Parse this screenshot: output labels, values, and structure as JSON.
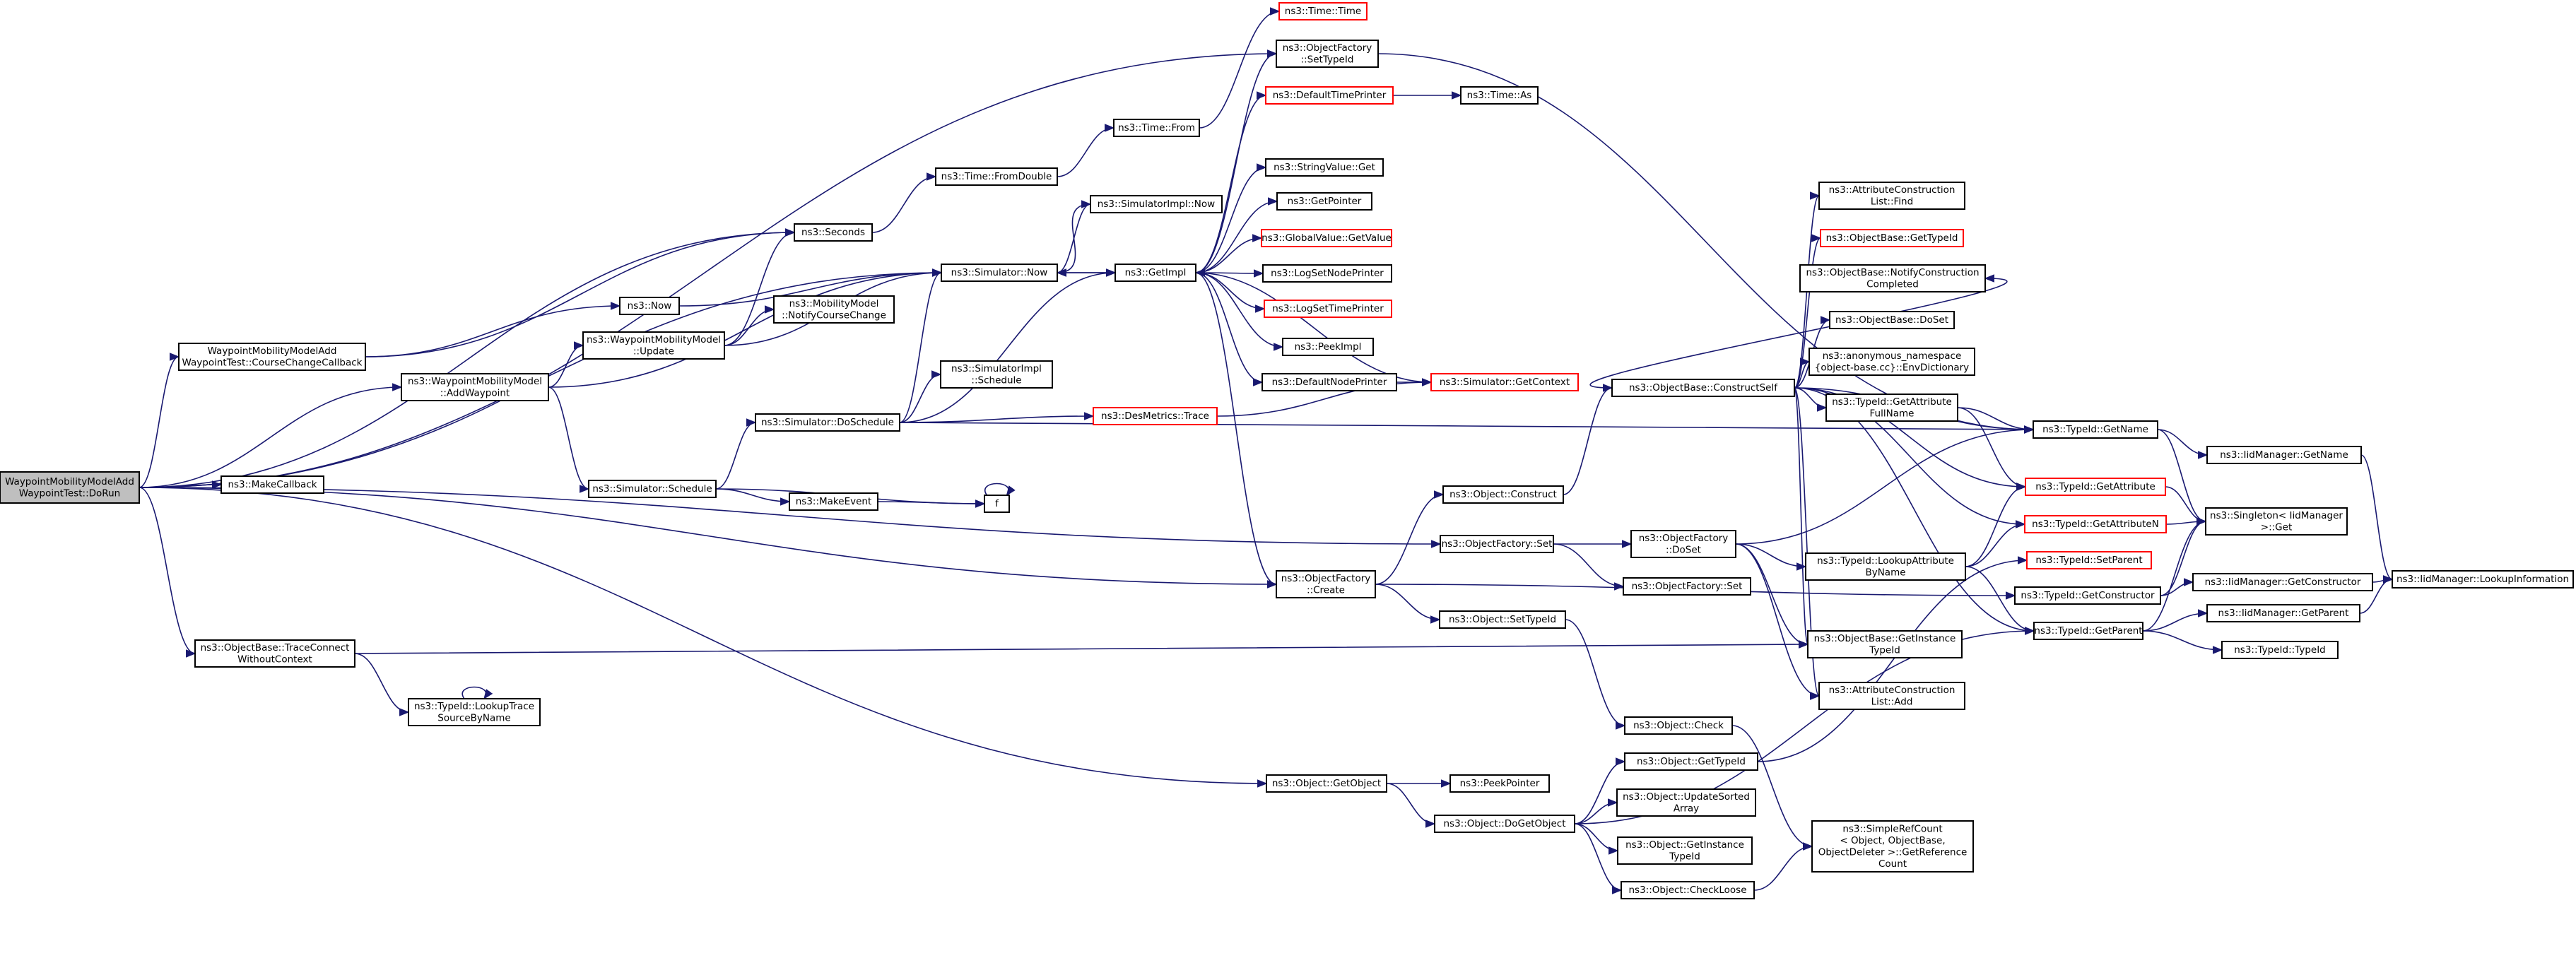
{
  "colors": {
    "edge": "#191970",
    "node_border": "#000000",
    "node_border_incomplete": "#ff0000",
    "root_fill": "#bfbfbf",
    "node_fill": "#ffffff"
  },
  "nodes": {
    "root": [
      "WaypointMobilityModelAdd",
      "WaypointTest::DoRun"
    ],
    "courseChange": [
      "WaypointMobilityModelAdd",
      "WaypointTest::CourseChangeCallback"
    ],
    "addWaypoint": [
      "ns3::WaypointMobilityModel",
      "::AddWaypoint"
    ],
    "makeCallback": [
      "ns3::MakeCallback"
    ],
    "traceConnect": [
      "ns3::ObjectBase::TraceConnect",
      "WithoutContext"
    ],
    "lookupTrace": [
      "ns3::TypeId::LookupTrace",
      "SourceByName"
    ],
    "seconds": [
      "ns3::Seconds"
    ],
    "now": [
      "ns3::Now"
    ],
    "wmmUpdate": [
      "ns3::WaypointMobilityModel",
      "::Update"
    ],
    "simSchedule": [
      "ns3::Simulator::Schedule"
    ],
    "makeEvent": [
      "ns3::MakeEvent"
    ],
    "f": [
      "f"
    ],
    "simNow": [
      "ns3::Simulator::Now"
    ],
    "simDoSchedule": [
      "ns3::Simulator::DoSchedule"
    ],
    "mmNotify": [
      "ns3::MobilityModel",
      "::NotifyCourseChange"
    ],
    "timeFromDouble": [
      "ns3::Time::FromDouble"
    ],
    "timeFrom": [
      "ns3::Time::From"
    ],
    "timeTime": [
      "ns3::Time::Time"
    ],
    "simImplNow": [
      "ns3::SimulatorImpl::Now"
    ],
    "simImplSchedule": [
      "ns3::SimulatorImpl",
      "::Schedule"
    ],
    "getImpl": [
      "ns3::GetImpl"
    ],
    "desMetrics": [
      "ns3::DesMetrics::Trace"
    ],
    "ofSetTypeId": [
      "ns3::ObjectFactory",
      "::SetTypeId"
    ],
    "defTimePrinter": [
      "ns3::DefaultTimePrinter"
    ],
    "timeAs": [
      "ns3::Time::As"
    ],
    "stringValueGet": [
      "ns3::StringValue::Get"
    ],
    "getPointer": [
      "ns3::GetPointer"
    ],
    "globalValueGet": [
      "ns3::GlobalValue::GetValue"
    ],
    "logSetNode": [
      "ns3::LogSetNodePrinter"
    ],
    "logSetTime": [
      "ns3::LogSetTimePrinter"
    ],
    "peekImpl": [
      "ns3::PeekImpl"
    ],
    "defNodePrinter": [
      "ns3::DefaultNodePrinter"
    ],
    "simGetContext": [
      "ns3::Simulator::GetContext"
    ],
    "ofCreate": [
      "ns3::ObjectFactory",
      "::Create"
    ],
    "ofSet": [
      "ns3::ObjectFactory::Set"
    ],
    "objConstruct": [
      "ns3::Object::Construct"
    ],
    "objSetTypeId": [
      "ns3::Object::SetTypeId"
    ],
    "objCheck": [
      "ns3::Object::Check"
    ],
    "objGetObject": [
      "ns3::Object::GetObject"
    ],
    "peekPointer": [
      "ns3::PeekPointer"
    ],
    "objDoGetObject": [
      "ns3::Object::DoGetObject"
    ],
    "objGetTypeId": [
      "ns3::Object::GetTypeId"
    ],
    "objUpdateSorted": [
      "ns3::Object::UpdateSorted",
      "Array"
    ],
    "objGetInstTypeId": [
      "ns3::Object::GetInstance",
      "TypeId"
    ],
    "objCheckLoose": [
      "ns3::Object::CheckLoose"
    ],
    "ofDoSet": [
      "ns3::ObjectFactory",
      "::DoSet"
    ],
    "ofSetShort": [
      "ns3::ObjectFactory::Set"
    ],
    "obConstructSelf": [
      "ns3::ObjectBase::ConstructSelf"
    ],
    "acFind": [
      "ns3::AttributeConstruction",
      "List::Find"
    ],
    "obGetTypeId": [
      "ns3::ObjectBase::GetTypeId"
    ],
    "obNotify": [
      "ns3::ObjectBase::NotifyConstruction",
      "Completed"
    ],
    "obDoSet": [
      "ns3::ObjectBase::DoSet"
    ],
    "anonEnv": [
      "ns3::anonymous_namespace",
      "{object-base.cc}::EnvDictionary"
    ],
    "tidGetAttrFull": [
      "ns3::TypeId::GetAttribute",
      "FullName"
    ],
    "tidLookupAttr": [
      "ns3::TypeId::LookupAttribute",
      "ByName"
    ],
    "obGetInstTypeId": [
      "ns3::ObjectBase::GetInstance",
      "TypeId"
    ],
    "acAdd": [
      "ns3::AttributeConstruction",
      "List::Add"
    ],
    "simpleRef": [
      "ns3::SimpleRefCount",
      "< Object, ObjectBase,",
      "ObjectDeleter >::GetReference",
      "Count"
    ],
    "tidGetName": [
      "ns3::TypeId::GetName"
    ],
    "tidGetAttribute": [
      "ns3::TypeId::GetAttribute"
    ],
    "tidGetAttributeN": [
      "ns3::TypeId::GetAttributeN"
    ],
    "tidSetParent": [
      "ns3::TypeId::SetParent"
    ],
    "tidGetConstructor": [
      "ns3::TypeId::GetConstructor"
    ],
    "tidGetParent": [
      "ns3::TypeId::GetParent"
    ],
    "tidTypeId": [
      "ns3::TypeId::TypeId"
    ],
    "iidGetName": [
      "ns3::IidManager::GetName"
    ],
    "singletonGet": [
      "ns3::Singleton< IidManager",
      " >::Get"
    ],
    "iidGetConstructor": [
      "ns3::IidManager::GetConstructor"
    ],
    "iidGetParent": [
      "ns3::IidManager::GetParent"
    ],
    "iidLookupInfo": [
      "ns3::IidManager::LookupInformation"
    ]
  }
}
